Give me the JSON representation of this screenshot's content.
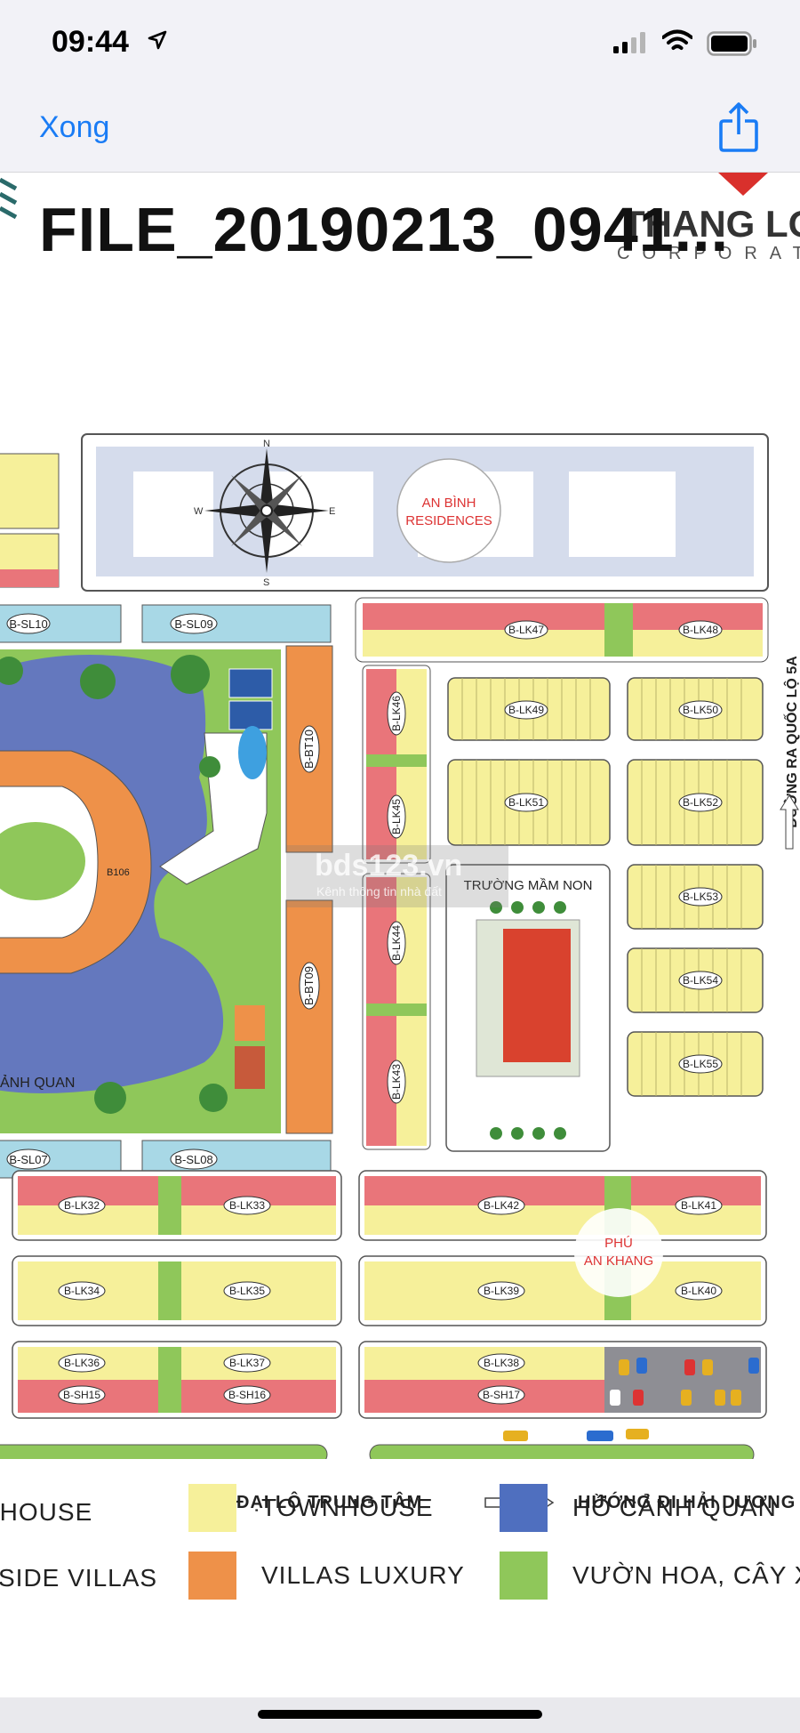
{
  "status_bar": {
    "time": "09:44"
  },
  "nav": {
    "done_label": "Xong"
  },
  "document": {
    "title": "FILE_20190213_0941...",
    "brand_name": "THANG LO",
    "brand_sub": "CORPORAT"
  },
  "map": {
    "labels": {
      "residence": [
        "AN BÌNH",
        "RESIDENCES"
      ],
      "phu": [
        "PHÚ",
        "AN KHANG"
      ],
      "school": "TRƯỜNG MẦM NON",
      "lake": "ẢNH QUAN",
      "road_right": "ĐƯỜNG RA QUỐC LỘ 5A",
      "boulevard": "ĐẠI LỘ TRUNG TÂM",
      "direction": "HƯỚNG ĐI HẢI DƯƠNG",
      "watermark": "bds123.vn",
      "watermark_sub": "Kênh thông tin nhà đất"
    },
    "blocks": [
      "B-SL10",
      "B-SL09",
      "B-BT10",
      "B-BT09",
      "B-SL07",
      "B-SL08",
      "B106",
      "B-LK46",
      "B-LK45",
      "B-LK44",
      "B-LK43",
      "B-LK47",
      "B-LK48",
      "B-LK49",
      "B-LK50",
      "B-LK51",
      "B-LK52",
      "B-LK53",
      "B-LK54",
      "B-LK55",
      "B-LK32",
      "B-LK33",
      "B-LK42",
      "B-LK41",
      "B-LK34",
      "B-LK35",
      "B-LK39",
      "B-LK40",
      "B-LK36",
      "B-LK37",
      "B-LK38",
      "B-SH15",
      "B-SH16",
      "B-SH17"
    ]
  },
  "legend": {
    "items": [
      {
        "label": "PHOUSE",
        "color": "#e9757a"
      },
      {
        "label": "TOWNHOUSE",
        "color": "#f6f09a"
      },
      {
        "label": "HỒ CẢNH QUAN",
        "color": "#4f6fbf"
      },
      {
        "label": "SIDE VILLAS",
        "color": "#a8d8e6"
      },
      {
        "label": "VILLAS LUXURY",
        "color": "#ee9149"
      },
      {
        "label": "VƯỜN HOA, CÂY XAI",
        "color": "#8fc75a"
      }
    ]
  },
  "colors": {
    "accent": "#1a7cf5",
    "townhouse": "#f6f09a",
    "shophouse": "#e9757a",
    "villa": "#ee9149",
    "lake": "#6478be",
    "green": "#8fc75a",
    "side": "#a8d8e6"
  }
}
